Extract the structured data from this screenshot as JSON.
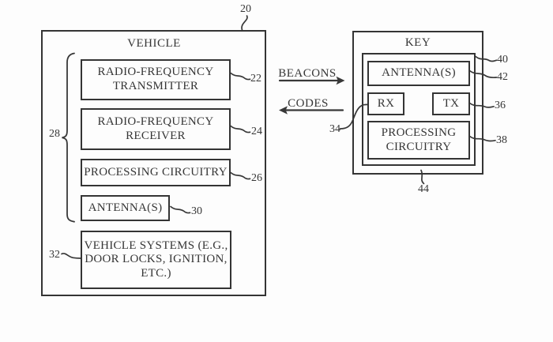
{
  "figure": {
    "colors": {
      "ink": "#383838",
      "background": "#fdfdfd"
    },
    "vehicle": {
      "title": "VEHICLE",
      "ref": "20",
      "group_ref": "28",
      "boxes": [
        {
          "lines": [
            "RADIO-FREQUENCY",
            "TRANSMITTER"
          ],
          "ref": "22"
        },
        {
          "lines": [
            "RADIO-FREQUENCY",
            "RECEIVER"
          ],
          "ref": "24"
        },
        {
          "lines": [
            "PROCESSING CIRCUITRY"
          ],
          "ref": "26"
        },
        {
          "lines": [
            "ANTENNA(S)"
          ],
          "ref": "30"
        },
        {
          "lines": [
            "VEHICLE SYSTEMS (E.G.,",
            "DOOR LOCKS, IGNITION,",
            "ETC.)"
          ],
          "ref": "32"
        }
      ]
    },
    "key": {
      "title": "KEY",
      "inner_ref": "40",
      "housing_ref": "44",
      "boxes": [
        {
          "lines": [
            "ANTENNA(S)"
          ],
          "ref": "42"
        },
        {
          "lines": [
            "RX"
          ],
          "ref": "34"
        },
        {
          "lines": [
            "TX"
          ],
          "ref": "36"
        },
        {
          "lines": [
            "PROCESSING",
            "CIRCUITRY"
          ],
          "ref": "38"
        }
      ]
    },
    "signals": [
      {
        "label": "BEACONS",
        "direction": "right"
      },
      {
        "label": "CODES",
        "direction": "left"
      }
    ]
  }
}
